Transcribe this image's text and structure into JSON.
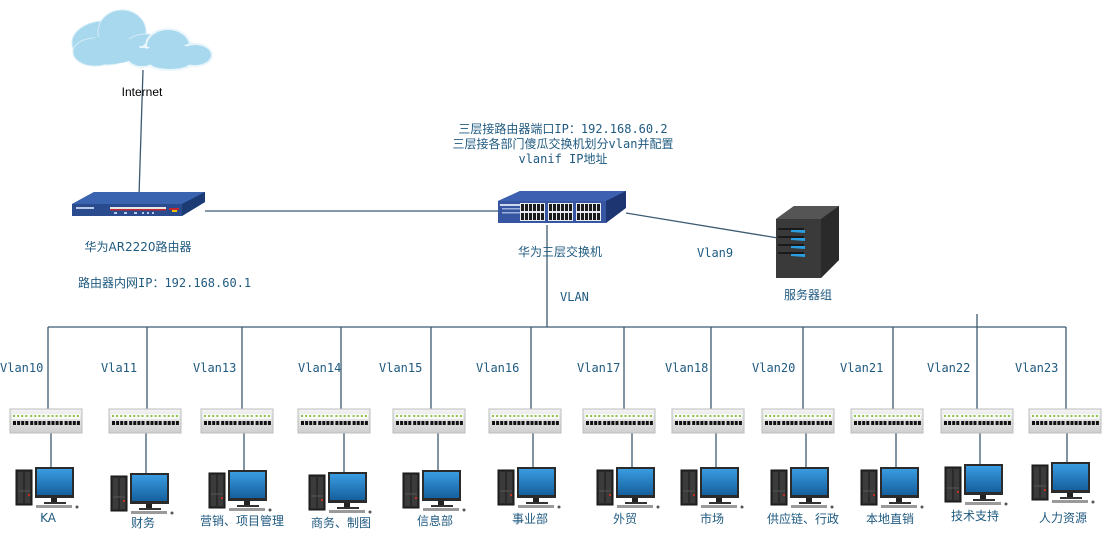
{
  "internet": {
    "label": "Internet"
  },
  "router": {
    "label": "华为AR2220路由器",
    "lan_ip_label": "路由器内网IP：192.168.60.1"
  },
  "core_switch": {
    "label": "华为三层交换机",
    "notes": [
      "三层接路由器端口IP：192.168.60.2",
      "三层接各部门傻瓜交换机划分vlan并配置",
      "vlanif IP地址"
    ],
    "trunk_label": "VLAN"
  },
  "server": {
    "label": "服务器组",
    "vlan": "Vlan9"
  },
  "departments": [
    {
      "vlan": "Vlan10",
      "name": "KA"
    },
    {
      "vlan": "Vla11",
      "name": "财务"
    },
    {
      "vlan": "Vlan13",
      "name": "营销、项目管理"
    },
    {
      "vlan": "Vlan14",
      "name": "商务、制图"
    },
    {
      "vlan": "Vlan15",
      "name": "信息部"
    },
    {
      "vlan": "Vlan16",
      "name": "事业部"
    },
    {
      "vlan": "Vlan17",
      "name": "外贸"
    },
    {
      "vlan": "Vlan18",
      "name": "市场"
    },
    {
      "vlan": "Vlan20",
      "name": "供应链、行政"
    },
    {
      "vlan": "Vlan21",
      "name": "本地直销"
    },
    {
      "vlan": "Vlan22",
      "name": "技术支持"
    },
    {
      "vlan": "Vlan23",
      "name": "人力资源"
    }
  ],
  "colors": {
    "line": "#3c5a70",
    "label_text": "#1f5a80",
    "cloud": "#a7d8ee",
    "device_blue": "#2c4f9a",
    "server_body": "#3a3a3a",
    "server_led": "#2a9ee0",
    "monitor_screen": "#1e7fce"
  }
}
